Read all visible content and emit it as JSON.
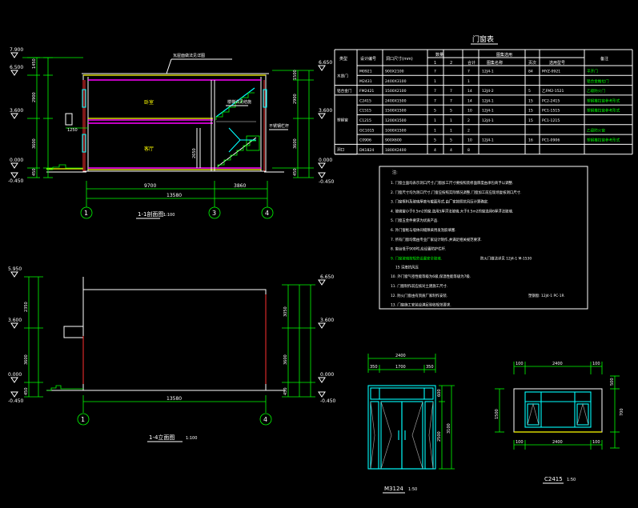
{
  "section": {
    "title": "1-1剖面图",
    "scale": "1:100",
    "elev_left": [
      "7.900",
      "6.500",
      "3.600",
      "0.000",
      "-0.450"
    ],
    "elev_right": [
      "6.650",
      "3.600",
      "0.000",
      "-0.450"
    ],
    "dim_left": [
      "1450",
      "2900",
      "3600",
      "450"
    ],
    "dim_right": [
      "1500",
      "2900",
      "3600",
      "450"
    ],
    "room_labels": [
      "卧室",
      "客厅"
    ],
    "roof_note": "瓦屋面做法见详图",
    "stair_note": "楼梯详见结施",
    "rail_note": "不锈钢栏杆",
    "small_dims": [
      "1250",
      "2650"
    ],
    "dim_bottom": [
      "9700",
      "3860"
    ],
    "dim_total": "13580",
    "axes": [
      "1",
      "3",
      "4"
    ]
  },
  "elevation": {
    "title": "1-4立面图",
    "scale": "1:100",
    "elev_left": [
      "5.950",
      "3.600",
      "0.000",
      "-0.450"
    ],
    "elev_right": [
      "6.650",
      "3.600",
      "0.000",
      "-0.450"
    ],
    "dim_left": [
      "2350",
      "3600",
      "450"
    ],
    "dim_right": [
      "3050",
      "3600",
      "450"
    ],
    "dim_total": "13580",
    "axes": [
      "1",
      "4"
    ]
  },
  "schedule": {
    "title": "门窗表",
    "headers": [
      "类型",
      "设计编号",
      "洞口尺寸(mm)",
      "数量",
      "",
      "",
      "图集选用",
      "",
      "",
      "备注"
    ],
    "subheaders": [
      "1",
      "2",
      "合计",
      "图集名称",
      "页次",
      "选用型号"
    ],
    "categories": [
      {
        "name": "木质门",
        "rows": [
          0,
          1
        ]
      },
      {
        "name": "铝合金门",
        "rows": [
          2
        ]
      },
      {
        "name": "塑钢窗",
        "rows": [
          3,
          4,
          5,
          6,
          7
        ]
      },
      {
        "name": "洞口",
        "rows": [
          8
        ]
      }
    ],
    "rows": [
      [
        "M0921",
        "900X2100",
        "7",
        "",
        "7",
        "12J4-1",
        "84",
        "MYZ-0921",
        "平开门"
      ],
      [
        "M2431",
        "2400X3100",
        "1",
        "",
        "1",
        "",
        "",
        "",
        "铝合金推拉门"
      ],
      [
        "FM2421",
        "1500X2100",
        "7",
        "7",
        "14",
        "12J4-2",
        "5",
        "乙FM2-1521",
        "乙级防火门"
      ],
      [
        "C2415",
        "2400X1500",
        "7",
        "7",
        "14",
        "12J4-1",
        "15",
        "PC2-2415",
        "塑钢推拉窗参考形式"
      ],
      [
        "C1515",
        "1500X1500",
        "5",
        "5",
        "10",
        "12J4-1",
        "15",
        "PC1-1515",
        "塑钢推拉窗参考形式"
      ],
      [
        "C1215",
        "1200X1500",
        "1",
        "1",
        "2",
        "12J4-1",
        "15",
        "PC1-1215",
        ""
      ],
      [
        "GC1015",
        "1000X1500",
        "1",
        "1",
        "2",
        "",
        "",
        "",
        "乙级防火窗"
      ],
      [
        "C0906",
        "900X600",
        "5",
        "5",
        "10",
        "12J4-1",
        "16",
        "PC1-0906",
        "塑钢推拉窗参考形式"
      ],
      [
        "DK1824",
        "1800X2400",
        "4",
        "4",
        "8",
        "",
        "",
        "",
        ""
      ]
    ]
  },
  "notes": {
    "heading": "注:",
    "lines": [
      "1. 门窗立面均表示洞口尺寸,门窗加工尺寸要按照装修面厚度由承包商予以调整.",
      "2. 门窗尺寸均为洞口尺寸,门窗应按照实际情况调整,门窗加工前应现场复核洞口尺寸.",
      "3. 门窗框料及玻璃厚度与截面形式,由厂家按照抗风压计算确定.",
      "4. 玻璃窗小于0.5m2的窗,选用5厚浮法玻璃,大于0.5m2的窗选用6厚浮法玻璃.",
      "5. 门窗五金件要求为优质产品.",
      "6. 外门窗框与墙体间缝隙采用发泡胶填塞.",
      "7. 所有门窗均需由专业厂家设计制作,并满足相关规范要求.",
      "8. 窗台低于900时,应设置防护栏杆.",
      "9. 门窗玻璃按规范设置安全玻璃.",
      "10. 外门窗气密性能等级为6级,保温性能等级为7级.",
      "11. 门窗制作前应核对土建施工尺寸.",
      "12. 防火门窗由有资质厂家制作安装.",
      "13. 门窗施工安装应满足验收规范要求."
    ],
    "highlight_line": "9. 门窗玻璃按规范设置安全玻璃.",
    "highlight_extra": "防火门做法详见 12J4-1 M-1530",
    "extra_sub": "15 深度抗风压",
    "extra_tail": "塑钢窗: 12J4-1 PC-1R"
  },
  "door_detail": {
    "title": "M3124",
    "scale": "1:50",
    "top_dims": [
      "2400",
      "350",
      "1700",
      "350"
    ],
    "right_dims": [
      "600",
      "2500",
      "3100"
    ]
  },
  "window_detail": {
    "title": "C2415",
    "scale": "1:50",
    "top_dims": [
      "100",
      "2400",
      "100"
    ],
    "right_dims": [
      "500",
      "1500",
      "700"
    ],
    "bottom_dims": [
      "100",
      "2400",
      "100"
    ]
  }
}
